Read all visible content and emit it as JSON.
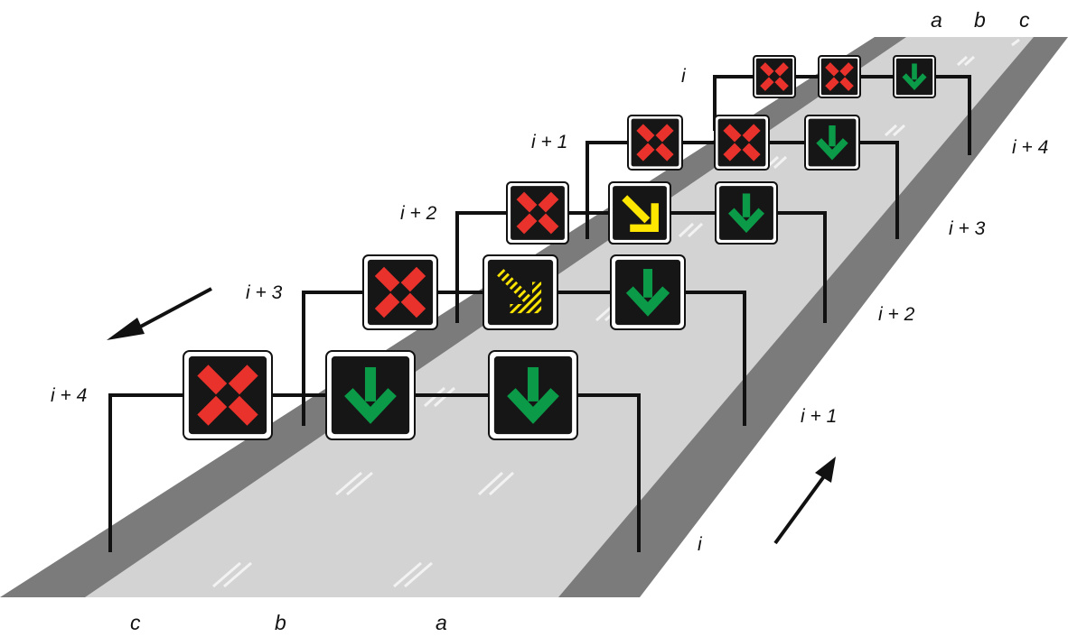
{
  "colors": {
    "shoulder": "#7b7b7b",
    "roadway": "#d3d3d3",
    "markings": "#f0f0f0",
    "gantry": "#111111",
    "sign_face": "#161616",
    "sign_frame": "#ffffff",
    "red_cross": "#e8322b",
    "green_arrow": "#0a9a48",
    "yellow_arrow": "#ffe600"
  },
  "lane_labels_near": [
    "c",
    "b",
    "a"
  ],
  "lane_labels_far": [
    "a",
    "b",
    "c"
  ],
  "gantry_labels_left": [
    "i",
    "i + 1",
    "i + 2",
    "i + 3",
    "i + 4"
  ],
  "gantry_labels_right": [
    "i + 4",
    "i + 3",
    "i + 2",
    "i + 1",
    "i"
  ],
  "gantries": [
    {
      "id": "i",
      "signs": [
        "red-cross",
        "red-cross",
        "green-down-arrow"
      ]
    },
    {
      "id": "i+1",
      "signs": [
        "red-cross",
        "red-cross",
        "green-down-arrow"
      ]
    },
    {
      "id": "i+2",
      "signs": [
        "red-cross",
        "yellow-diagonal-arrow",
        "green-down-arrow"
      ]
    },
    {
      "id": "i+3",
      "signs": [
        "red-cross",
        "yellow-flashing-diagonal-arrow",
        "green-down-arrow"
      ]
    },
    {
      "id": "i+4",
      "signs": [
        "red-cross",
        "green-down-arrow",
        "green-down-arrow"
      ]
    }
  ],
  "direction_arrows": [
    "arrow-toward-viewer",
    "arrow-away-from-viewer"
  ]
}
